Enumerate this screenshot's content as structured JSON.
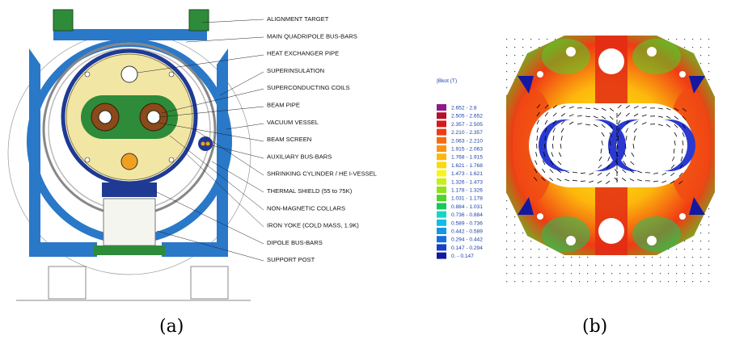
{
  "panel_a": {
    "caption": "(a)",
    "labels": [
      "ALIGNMENT TARGET",
      "MAIN QUADRIPOLE BUS-BARS",
      "HEAT EXCHANGER PIPE",
      "SUPERINSULATION",
      "SUPERCONDUCTING COILS",
      "BEAM PIPE",
      "VACUUM VESSEL",
      "BEAM SCREEN",
      "AUXILIARY BUS-BARS",
      "SHRINKING CYLINDER / HE I-VESSEL",
      "THERMAL SHIELD (55 to 75K)",
      "NON-MAGNETIC COLLARS",
      "IRON YOKE (COLD MASS, 1.9K)",
      "DIPOLE BUS-BARS",
      "SUPPORT POST"
    ]
  },
  "panel_b": {
    "caption": "(b)",
    "legend_title": "|Bkot (T)",
    "legend": [
      {
        "range": "2.652 -   2.8",
        "color": "#8f1a8a"
      },
      {
        "range": "2.505 -  2.652",
        "color": "#b3102a"
      },
      {
        "range": "2.357 -  2.505",
        "color": "#d61818"
      },
      {
        "range": "2.210 -  2.357",
        "color": "#f03a14"
      },
      {
        "range": "2.063 -  2.210",
        "color": "#f86a10"
      },
      {
        "range": "1.915 -  2.063",
        "color": "#fb9410"
      },
      {
        "range": "1.768 -  1.915",
        "color": "#fcb80c"
      },
      {
        "range": "1.621 -  1.768",
        "color": "#fdd80a"
      },
      {
        "range": "1.473 -  1.621",
        "color": "#f8f51a"
      },
      {
        "range": "1.326 -  1.473",
        "color": "#c8ee1c"
      },
      {
        "range": "1.178 -  1.326",
        "color": "#8ee21c"
      },
      {
        "range": "1.031 -  1.178",
        "color": "#4cd428"
      },
      {
        "range": "0.884 -  1.031",
        "color": "#18c85a"
      },
      {
        "range": "0.736 -  0.884",
        "color": "#14d6c8"
      },
      {
        "range": "0.589 -  0.736",
        "color": "#10bde8"
      },
      {
        "range": "0.442 -  0.589",
        "color": "#1299e0"
      },
      {
        "range": "0.294 -  0.442",
        "color": "#1470d8"
      },
      {
        "range": "0.147 -  0.294",
        "color": "#1840c4"
      },
      {
        "range": "0.     -  0.147",
        "color": "#1418a0"
      }
    ]
  }
}
